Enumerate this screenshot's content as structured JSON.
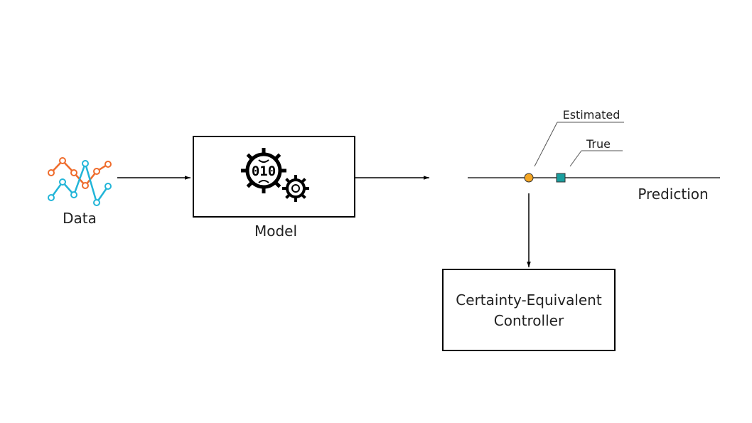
{
  "labels": {
    "data": "Data",
    "model": "Model",
    "estimated": "Estimated",
    "true": "True",
    "prediction": "Prediction",
    "controller_line1": "Certainty-Equivalent",
    "controller_line2": "Controller"
  },
  "icons": {
    "data": "line-chart-icon",
    "model": "gears-binary-icon"
  },
  "colors": {
    "series_orange": "#ef6c2c",
    "series_cyan": "#22b5d8",
    "estimated_marker": "#f5a623",
    "true_marker": "#1a9e9e",
    "line": "#000000",
    "callout": "#555555"
  }
}
